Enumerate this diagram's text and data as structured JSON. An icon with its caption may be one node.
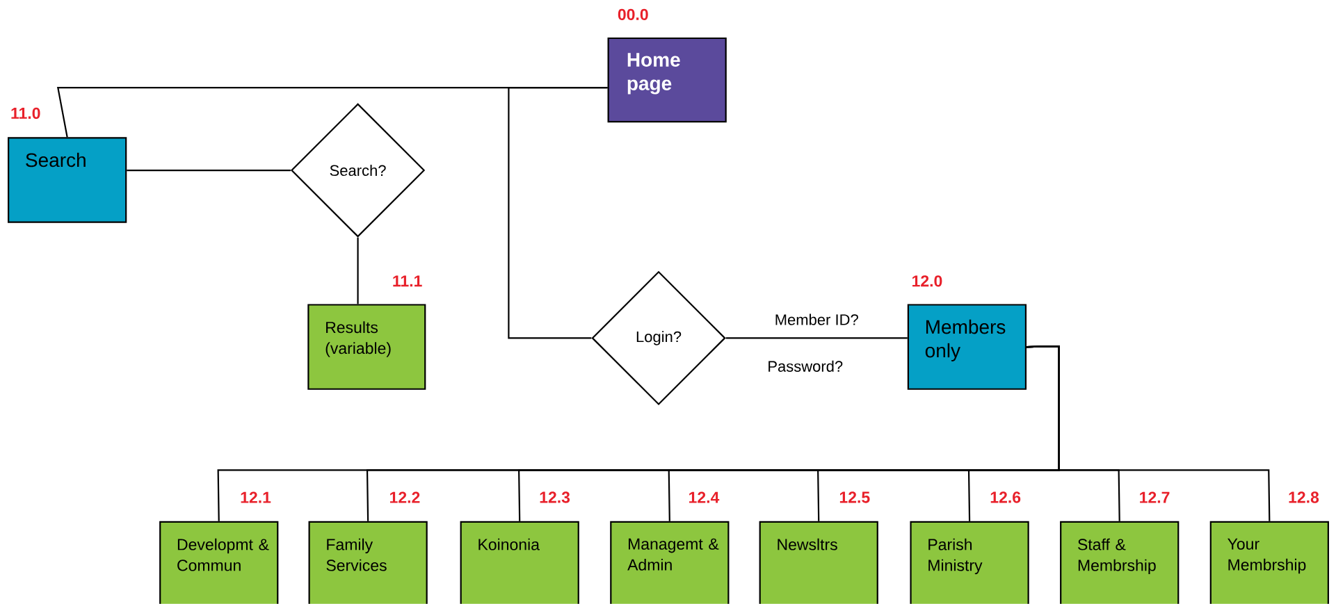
{
  "diagram": {
    "nodes": [
      {
        "text": [
          "Home page"
        ],
        "beside": [
          "00.0"
        ]
      },
      {
        "text": [
          "Search"
        ],
        "beside": [
          "11.0"
        ]
      },
      {
        "text": [
          "Search?"
        ]
      },
      {
        "text": [
          "Results (variable)"
        ],
        "beside": [
          "11.1"
        ]
      },
      {
        "text": [
          "Login?"
        ]
      },
      {
        "text": [
          "Members only"
        ],
        "beside": [
          "12.0"
        ]
      },
      {
        "text": [
          "Developmt & Commun"
        ],
        "beside": [
          "12.1"
        ]
      },
      {
        "text": [
          "Family Services"
        ],
        "beside": [
          "12.2"
        ]
      },
      {
        "text": [
          "Koinonia"
        ],
        "beside": [
          "12.3"
        ]
      },
      {
        "text": [
          "Managemt & Admin"
        ],
        "beside": [
          "12.4"
        ]
      },
      {
        "text": [
          "Newsltrs"
        ],
        "beside": [
          "12.5"
        ]
      },
      {
        "text": [
          "Parish Ministry"
        ],
        "beside": [
          "12.6"
        ]
      },
      {
        "text": [
          "Staff & Membrship"
        ],
        "beside": [
          "12.7"
        ]
      },
      {
        "text": [
          "Your Membrship"
        ],
        "beside": [
          "12.8"
        ]
      }
    ],
    "edges": [
      {
        "from": 0,
        "to": 1,
        "arrow": "none"
      },
      {
        "from": 1,
        "to": 2,
        "arrow": "none"
      },
      {
        "from": 2,
        "to": 3,
        "arrow": "none"
      },
      {
        "from": 0,
        "to": 4,
        "arrow": "none"
      },
      {
        "from": 4,
        "to": 5,
        "arrow": "none",
        "label": "Member ID?"
      },
      {
        "from": 5,
        "to": 6,
        "arrow": "none"
      },
      {
        "from": 5,
        "to": 7,
        "arrow": "none"
      },
      {
        "from": 5,
        "to": 8,
        "arrow": "none"
      },
      {
        "from": 5,
        "to": 9,
        "arrow": "none"
      },
      {
        "from": 5,
        "to": 10,
        "arrow": "none"
      },
      {
        "from": 5,
        "to": 11,
        "arrow": "none"
      },
      {
        "from": 5,
        "to": 12,
        "arrow": "none"
      },
      {
        "from": 5,
        "to": 13,
        "arrow": "none"
      }
    ],
    "labels": [
      "Password?"
    ]
  }
}
